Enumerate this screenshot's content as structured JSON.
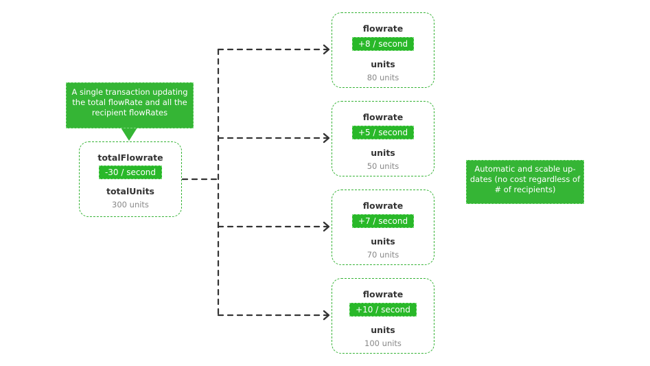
{
  "callouts": {
    "transaction": "A single transaction updating the total flowRate and all the recipient flowRates",
    "automatic": "Automatic and scable up-dates (no cost regardless of # of recipients)"
  },
  "source": {
    "flowrate_label": "totalFlowrate",
    "flowrate_value": "-30 / second",
    "units_label": "totalUnits",
    "units_value": "300 units"
  },
  "recipients": [
    {
      "flowrate_label": "flowrate",
      "flowrate_value": "+8 / second",
      "units_label": "units",
      "units_value": "80 units"
    },
    {
      "flowrate_label": "flowrate",
      "flowrate_value": "+5 / second",
      "units_label": "units",
      "units_value": "50 units"
    },
    {
      "flowrate_label": "flowrate",
      "flowrate_value": "+7 / second",
      "units_label": "units",
      "units_value": "70 units"
    },
    {
      "flowrate_label": "flowrate",
      "flowrate_value": "+10 / second",
      "units_label": "units",
      "units_value": "100 units"
    }
  ],
  "colors": {
    "accent": "#29b829",
    "card_border": "#33b233",
    "connector": "#333333"
  }
}
